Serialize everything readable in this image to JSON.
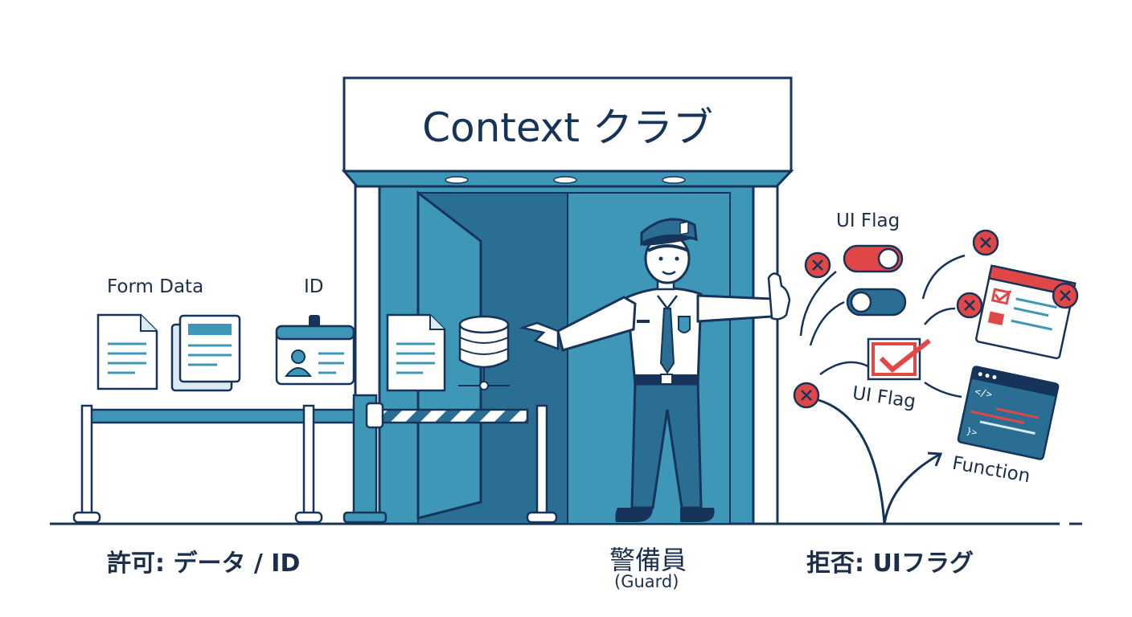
{
  "sign": {
    "title": "Context クラブ"
  },
  "left": {
    "form_label": "Form Data",
    "id_label": "ID",
    "caption": "許可: データ / ID"
  },
  "guard": {
    "caption": "警備員",
    "subcaption": "(Guard)"
  },
  "right": {
    "flag_label_top": "UI Flag",
    "flag_label_mid": "UI Flag",
    "function_label": "Function",
    "caption": "拒否: UIフラグ"
  },
  "colors": {
    "navy": "#16335a",
    "teal": "#3f97b8",
    "teal_dark": "#2a6f93",
    "red": "#e04848",
    "light": "#e9f3f8"
  }
}
